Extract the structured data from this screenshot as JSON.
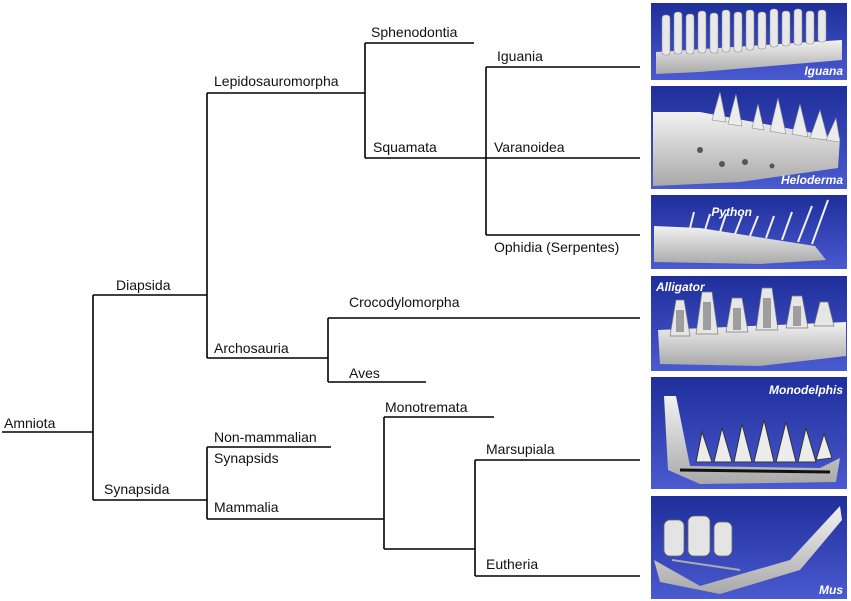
{
  "diagram": {
    "nodes": {
      "amniota": "Amniota",
      "diapsida": "Diapsida",
      "synapsida": "Synapsida",
      "lepidosauromorpha": "Lepidosauromorpha",
      "archosauria": "Archosauria",
      "sphenodontia": "Sphenodontia",
      "squamata": "Squamata",
      "iguania": "Iguania",
      "varanoidea": "Varanoidea",
      "ophidia": "Ophidia (Serpentes)",
      "crocodylomorpha": "Crocodylomorpha",
      "aves": "Aves",
      "nonmammalian_line1": "Non-mammalian",
      "nonmammalian_line2": "Synapsids",
      "mammalia": "Mammalia",
      "monotremata": "Monotremata",
      "marsupiala": "Marsupiala",
      "eutheria": "Eutheria"
    },
    "panels": {
      "iguana": "Iguana",
      "heloderma": "Heloderma",
      "python": "Python",
      "alligator": "Alligator",
      "monodelphis": "Monodelphis",
      "mus": "Mus"
    },
    "colors": {
      "panel_bg_top": "#1e2e9a",
      "panel_bg_bottom": "#4a5ad0",
      "bone": "#d9d9d9",
      "branch": "#000000"
    }
  }
}
